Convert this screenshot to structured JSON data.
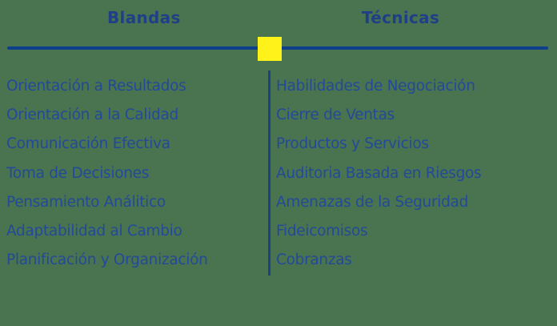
{
  "headings": {
    "left": "Blandas",
    "right": "Técnicas"
  },
  "colors": {
    "background": "#4a7350",
    "text": "#234a99",
    "heading": "#1f3f86",
    "rule": "#0e3f8a",
    "marker": "#fff21a"
  },
  "blandas": [
    "Orientación a Resultados",
    "Orientación a la Calidad",
    "Comunicación Efectiva",
    "Toma de Decisiones",
    "Pensamiento Análitico",
    "Adaptabilidad al Cambio",
    "Planificación y Organización"
  ],
  "tecnicas": [
    "Habilidades de Negociación",
    "Cierre de Ventas",
    "Productos y Servicios",
    "Auditoria Basada en Riesgos",
    "Amenazas de la Seguridad",
    "Fideicomisos",
    "Cobranzas"
  ]
}
